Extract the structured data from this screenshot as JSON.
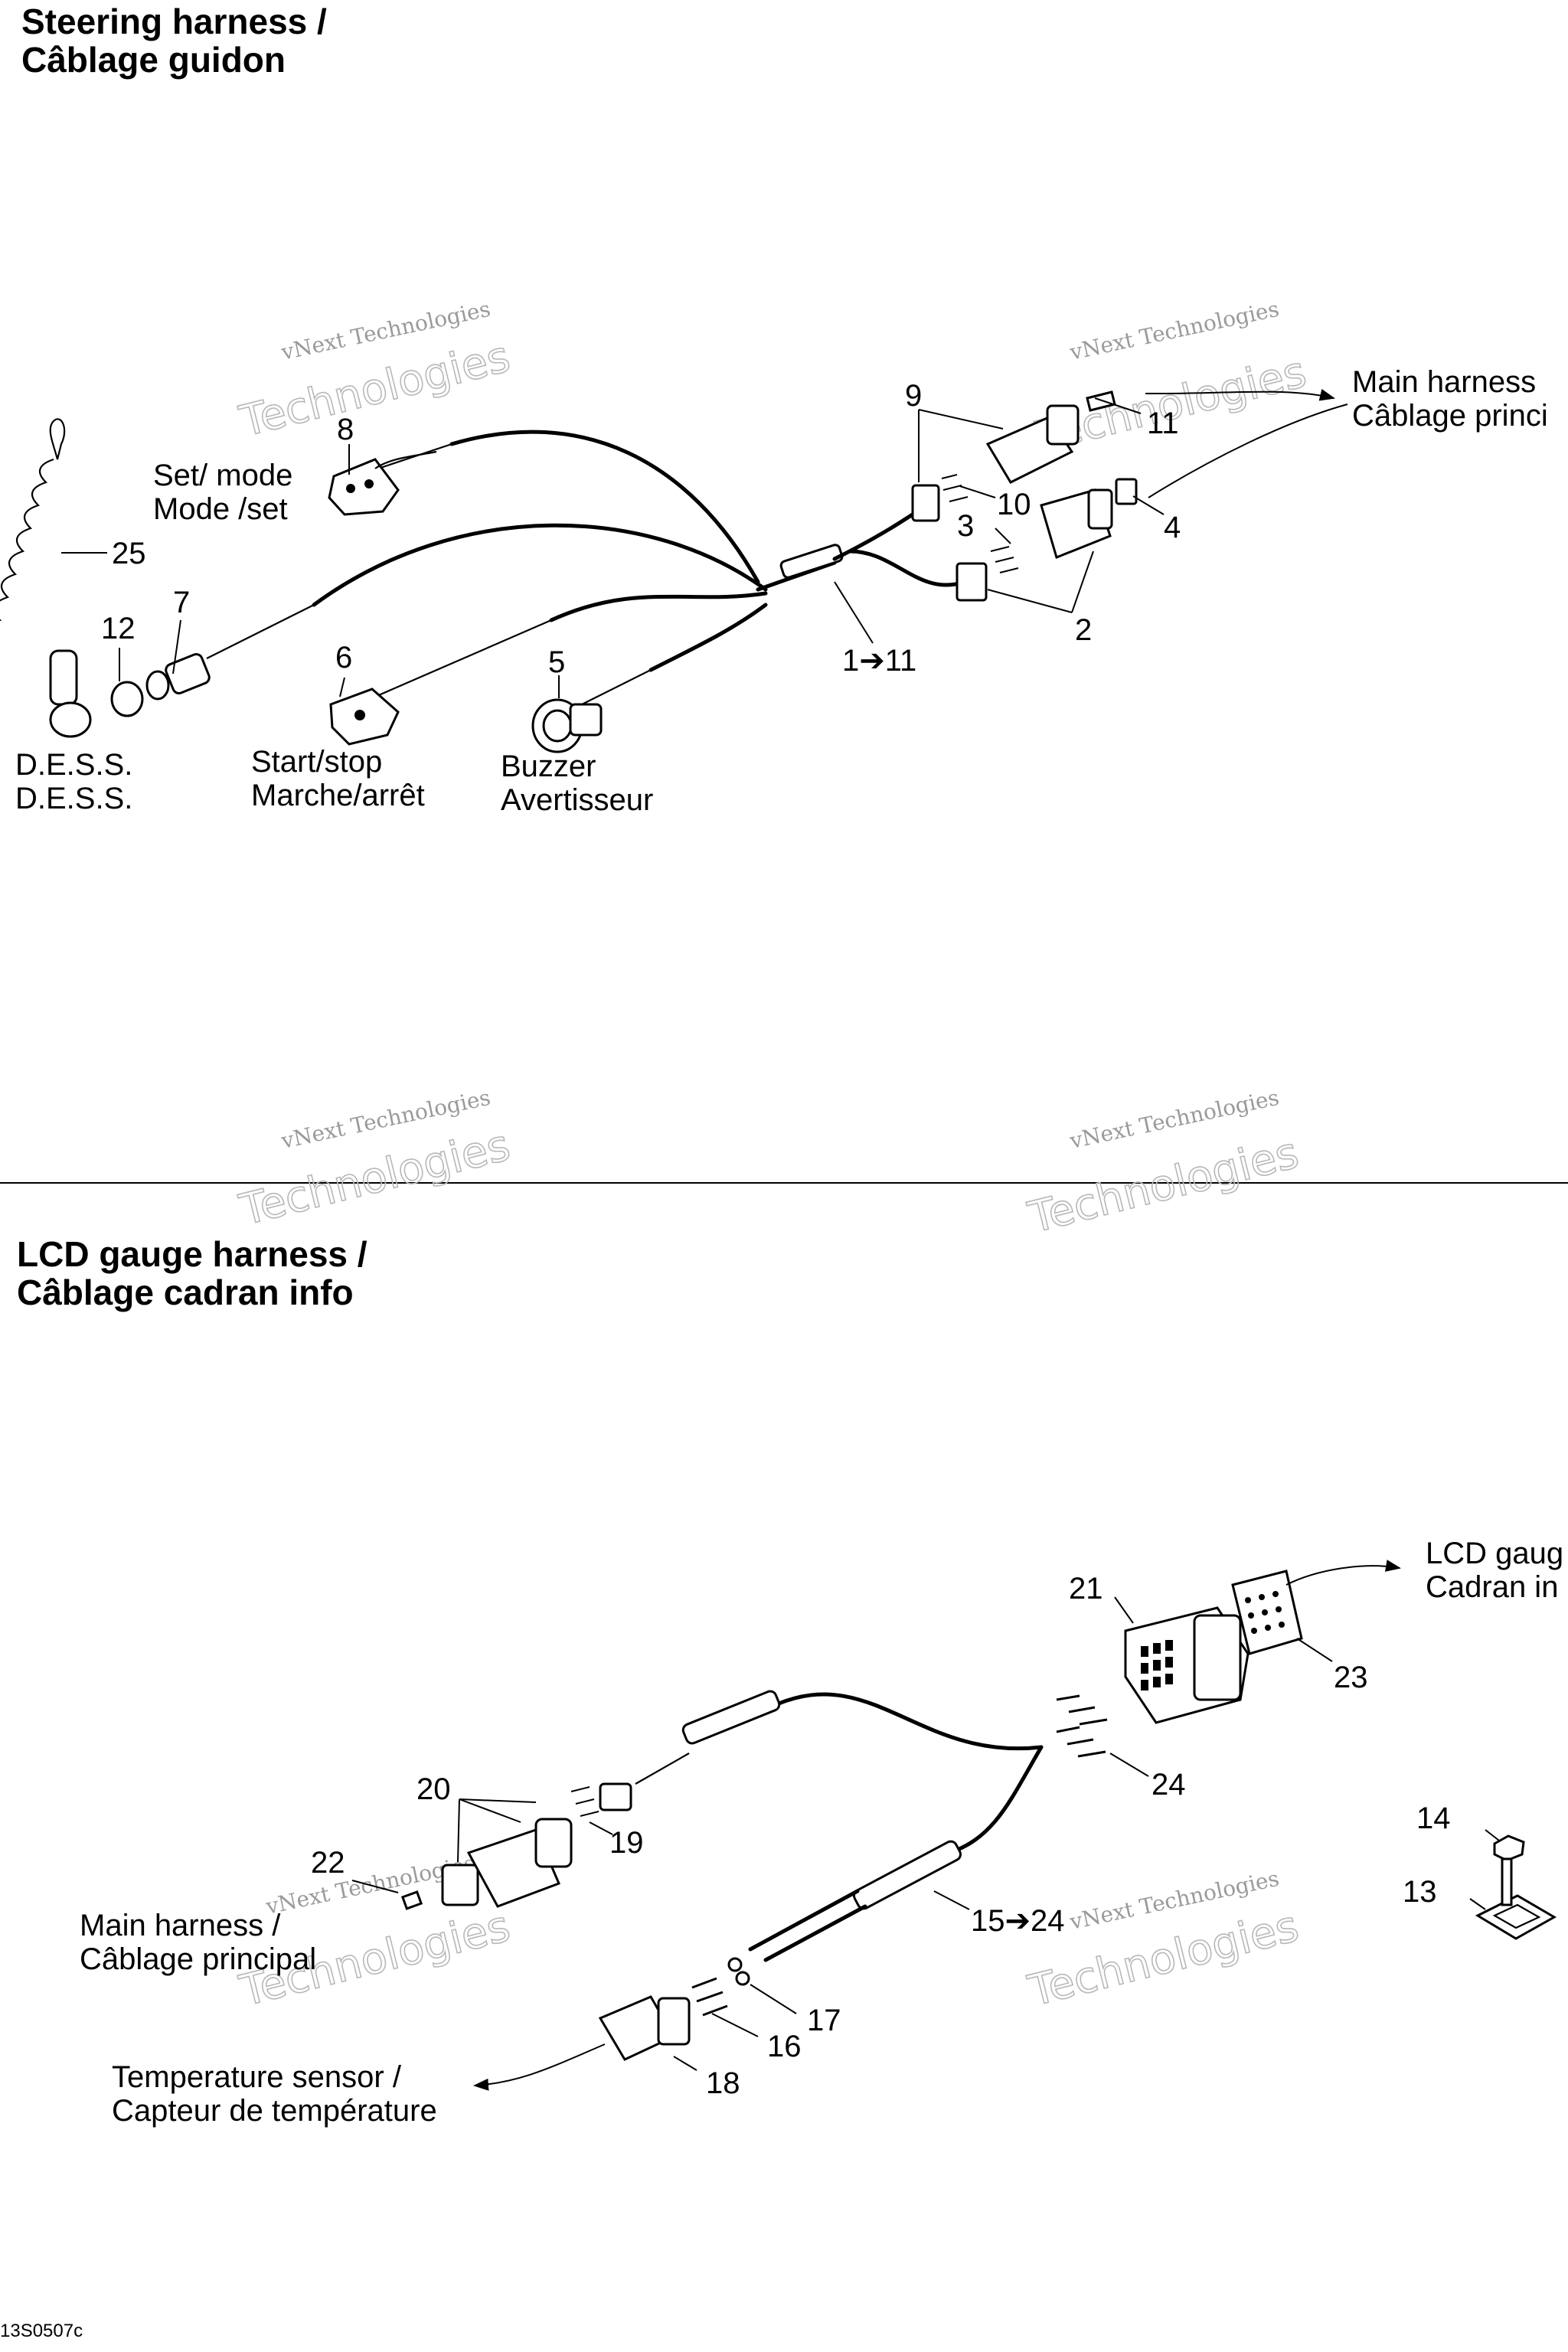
{
  "sections": {
    "steering": {
      "title_en": "Steering harness /",
      "title_fr": "Câblage guidon"
    },
    "lcd": {
      "title_en": "LCD gauge harness /",
      "title_fr": "Câblage cadran info"
    }
  },
  "callouts": {
    "dess_en": "D.E.S.S.",
    "dess_fr": "D.E.S.S.",
    "set_mode_en": "Set/ mode",
    "set_mode_fr": "Mode /set",
    "start_stop_en": "Start/stop",
    "start_stop_fr": "Marche/arrêt",
    "buzzer_en": "Buzzer",
    "buzzer_fr": "Avertisseur",
    "main_harness_top_en": "Main harness",
    "main_harness_top_fr": "Câblage princi",
    "lcd_gauge_en": "LCD gaug",
    "lcd_gauge_fr": "Cadran in",
    "main_harness_bottom_en": "Main harness /",
    "main_harness_bottom_fr": "Câblage principal",
    "temp_sensor_en": "Temperature sensor /",
    "temp_sensor_fr": "Capteur de température"
  },
  "part_numbers": {
    "p1_11": "1➔11",
    "p2": "2",
    "p3": "3",
    "p4": "4",
    "p5": "5",
    "p6": "6",
    "p7": "7",
    "p8": "8",
    "p9": "9",
    "p10": "10",
    "p11": "11",
    "p12": "12",
    "p25": "25",
    "p13": "13",
    "p14": "14",
    "p15_24": "15➔24",
    "p16": "16",
    "p17": "17",
    "p18": "18",
    "p19": "19",
    "p20": "20",
    "p21": "21",
    "p22": "22",
    "p23": "23",
    "p24": "24"
  },
  "watermark": {
    "line1": "vNext Technologies",
    "line2": "vNext",
    "line3": "Technologies"
  },
  "figure_code": "13S0507c"
}
